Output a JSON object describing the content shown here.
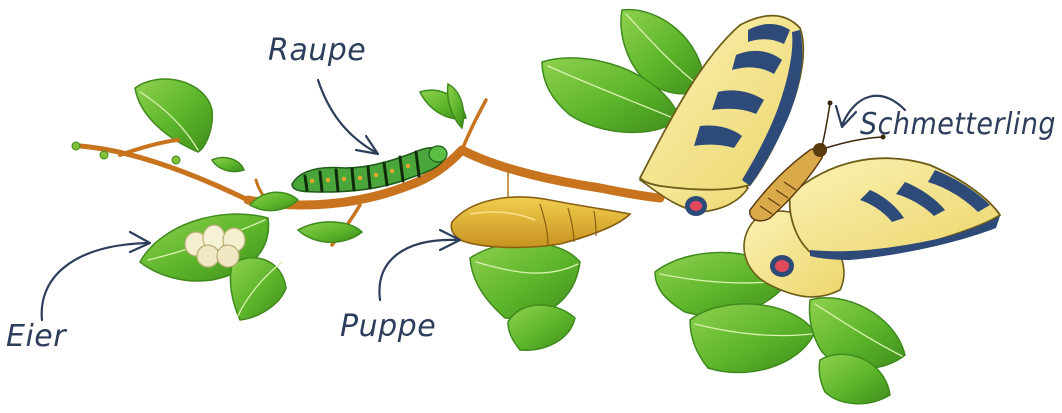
{
  "labels": {
    "eggs": "Eier",
    "caterpillar": "Raupe",
    "pupa": "Puppe",
    "butterfly": "Schmetterling"
  },
  "colors": {
    "branch": "#c8741f",
    "leaf": "#5cb52a",
    "leaf_dark": "#3f8a1d",
    "caterpillar": "#4aa63a",
    "pupa": "#d9a926",
    "wing": "#f3e38a",
    "wing_band": "#2e4a78",
    "label_ink": "#2d3e5c"
  }
}
